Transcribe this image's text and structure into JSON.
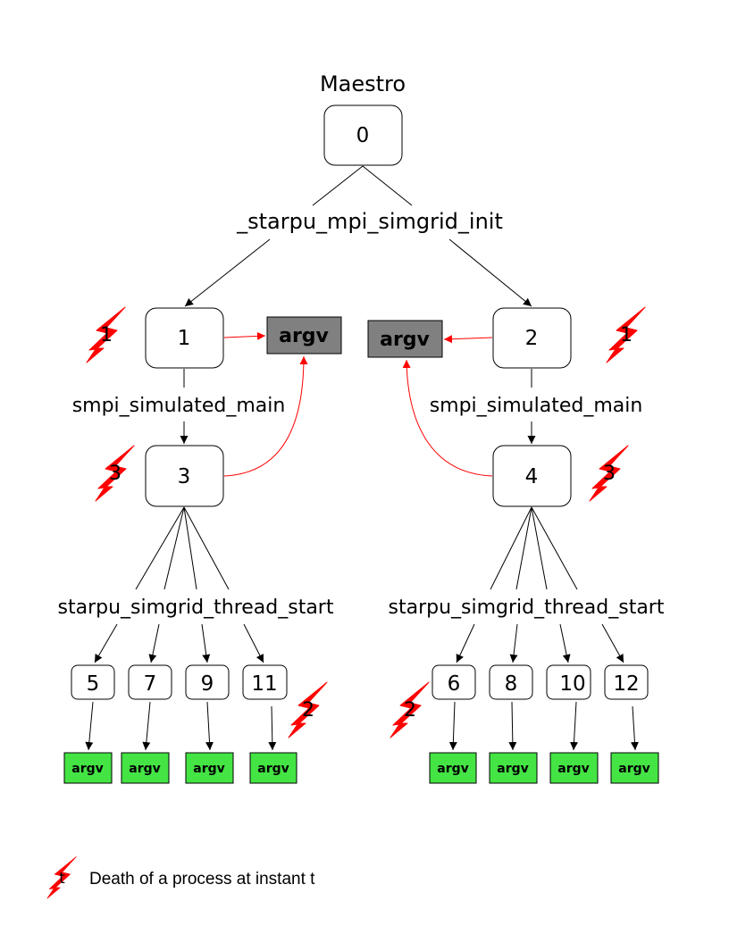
{
  "title": "Maestro",
  "root": {
    "id": "0"
  },
  "init_label": "_starpu_mpi_simgrid_init",
  "main_label": "smpi_simulated_main",
  "thread_label": "starpu_simgrid_thread_start",
  "argv_label": "argv",
  "level1": [
    {
      "id": "1"
    },
    {
      "id": "2"
    }
  ],
  "level2": [
    {
      "id": "3"
    },
    {
      "id": "4"
    }
  ],
  "threads_left": [
    {
      "id": "5"
    },
    {
      "id": "7"
    },
    {
      "id": "9"
    },
    {
      "id": "11"
    }
  ],
  "threads_right": [
    {
      "id": "6"
    },
    {
      "id": "8"
    },
    {
      "id": "10"
    },
    {
      "id": "12"
    }
  ],
  "death_marks": {
    "left_level1": "1",
    "right_level1": "1",
    "left_level2": "3",
    "right_level2": "3",
    "left_threads": "2",
    "right_threads": "2"
  },
  "legend": {
    "symbol_label": "t",
    "text": "Death of a process at instant t"
  },
  "colors": {
    "death": "#ff0000",
    "argv_dark": "#808080",
    "argv_green": "#44e444",
    "edge": "#000000",
    "shared_edge": "#ff0000"
  }
}
